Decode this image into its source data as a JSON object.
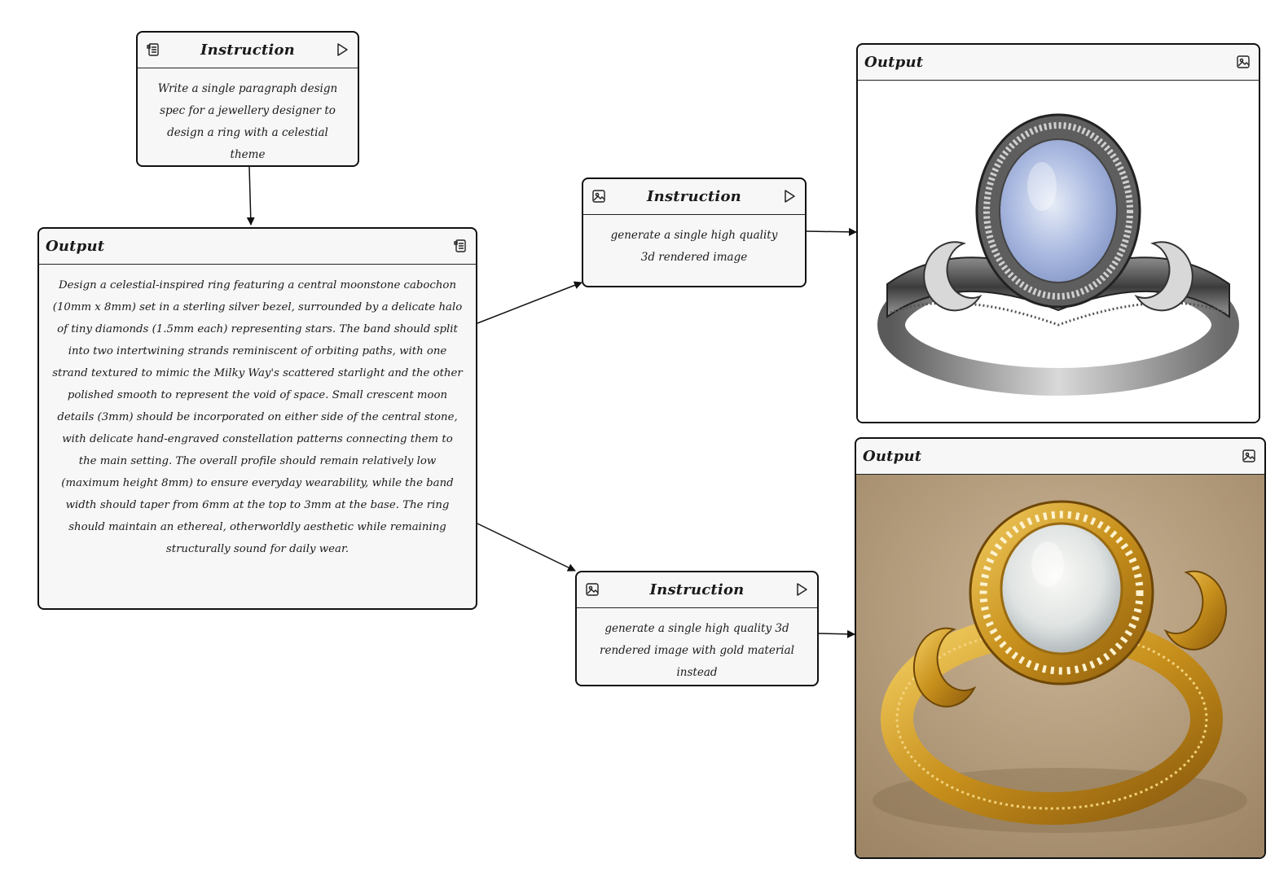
{
  "nodes": {
    "instruction_1": {
      "title": "Instruction",
      "text": "Write a single paragraph design spec for a jewellery designer to design a ring with a celestial theme",
      "left_icon": "scroll-icon",
      "right_icon": "play-icon"
    },
    "output_text": {
      "title": "Output",
      "text": "Design a celestial-inspired ring featuring a central moonstone cabochon (10mm x 8mm) set in a sterling silver bezel, surrounded by a delicate halo of tiny diamonds (1.5mm each) representing stars. The band should split into two intertwining strands reminiscent of orbiting paths, with one strand textured to mimic the Milky Way's scattered starlight and the other polished smooth to represent the void of space. Small crescent moon details (3mm) should be incorporated on either side of the central stone, with delicate hand-engraved constellation patterns connecting them to the main setting. The overall profile should remain relatively low (maximum height 8mm) to ensure everyday wearability, while the band width should taper from 6mm at the top to 3mm at the base. The ring should maintain an ethereal, otherworldly aesthetic while remaining structurally sound for daily wear.",
      "right_icon": "scroll-icon"
    },
    "instruction_2": {
      "title": "Instruction",
      "text": "generate a single high quality 3d rendered image",
      "left_icon": "image-icon",
      "right_icon": "play-icon"
    },
    "instruction_3": {
      "title": "Instruction",
      "text": "generate a single high quality 3d rendered image with gold material instead",
      "left_icon": "image-icon",
      "right_icon": "play-icon"
    },
    "output_image_1": {
      "title": "Output",
      "right_icon": "image-icon",
      "image": "silver ring with oval moonstone and diamond halo"
    },
    "output_image_2": {
      "title": "Output",
      "right_icon": "image-icon",
      "image": "gold ring with oval moonstone, diamond halo and crescent moons"
    }
  },
  "colors": {
    "node_bg": "#f7f7f7",
    "border": "#111111",
    "silver_bg": "#ffffff",
    "gold_bg": "#b89f7e",
    "moonstone": "#aab9e0",
    "gold": "#d9a42a"
  }
}
